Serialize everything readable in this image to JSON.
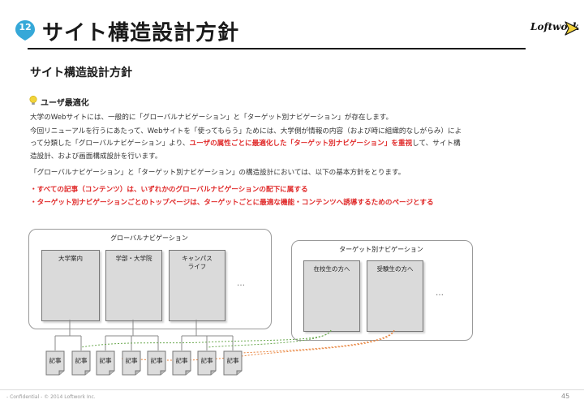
{
  "header": {
    "page_number": "12",
    "title": "サイト構造設計方針",
    "logo_text": "Loftwork"
  },
  "section": {
    "title": "サイト構造設計方針"
  },
  "bullet": {
    "heading": "ユーザ最適化"
  },
  "body": {
    "line1": "大学のWebサイトには、一般的に「グローバルナビゲーション」と「ターゲット別ナビゲーション」が存在します。",
    "line2": "今回リニューアルを行うにあたって、Webサイトを「使ってもらう」ためには、大学側が情報の内容（および時に組織的なしがらみ）によ",
    "line3_pre": "って分類した「グローバルナビゲーション」より、",
    "line3_red": "ユーザの属性ごとに最適化した「ターゲット別ナビゲーション」を重視",
    "line3_post": "して、サイト構",
    "line4": "造設計、および画面構成設計を行います。",
    "line5": "「グローバルナビゲーション」と「ターゲット別ナビゲーション」の構造設計においては、以下の基本方針をとります。",
    "policy1": "・すべての記事（コンテンツ）は、いずれかのグローバルナビゲーションの配下に属する",
    "policy2": "・ターゲット別ナビゲーションごとのトップページは、ターゲットごとに最適な機能・コンテンツへ誘導するためのページとする"
  },
  "diagram": {
    "global_nav": {
      "label": "グローバルナビゲーション",
      "cards": [
        "大学案内",
        "学部・大学院",
        "キャンパス\nライフ"
      ],
      "more": "…"
    },
    "target_nav": {
      "label": "ターゲット別ナビゲーション",
      "cards": [
        "在校生の方へ",
        "受験生の方へ"
      ],
      "more": "…"
    },
    "articles": [
      "記事",
      "記事",
      "記事",
      "記事",
      "記事",
      "記事",
      "記事",
      "記事"
    ]
  },
  "footer": {
    "confidential": "- Confidential - © 2014 Loftwork Inc.",
    "page": "45"
  },
  "colors": {
    "badge": "#35a8d8",
    "accent_red": "#e02b2b",
    "bullet_yellow": "#f2d43a",
    "link_green": "#6aa84f",
    "link_orange": "#e8823a",
    "logo_mark": "#f3d23a"
  }
}
